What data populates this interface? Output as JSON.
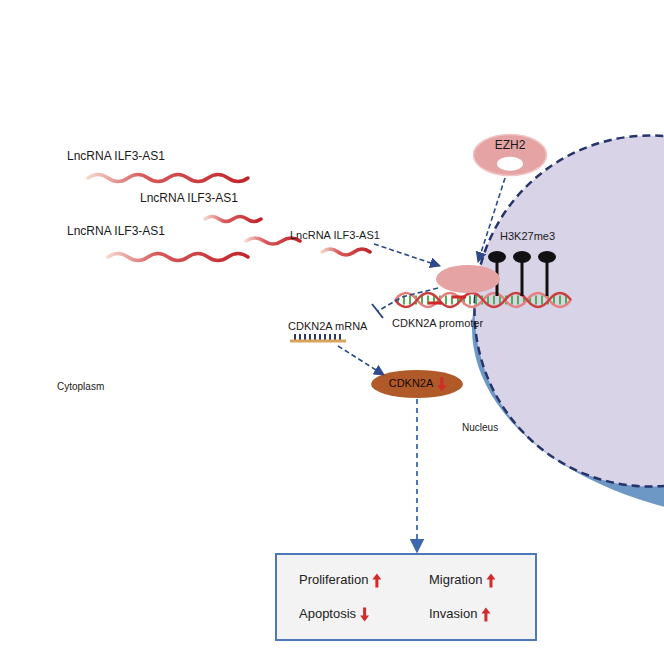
{
  "diagram": {
    "nodes": [
      {
        "text": [
          "Cytoplasm"
        ]
      },
      {
        "text": [
          "Nucleus"
        ],
        "in": 0
      },
      {
        "text": [
          "EZH2"
        ],
        "in": 1
      },
      {
        "text": [
          "CDKN2A"
        ],
        "in": 1
      },
      {
        "text": [
          "Proliferation",
          "Migration",
          "Apoptosis",
          "Invasion"
        ]
      }
    ],
    "edges": [
      {
        "from": 3,
        "to": 4,
        "arrow": "to"
      }
    ],
    "labels": [
      "LncRNA ILF3-AS1",
      "LncRNA ILF3-AS1",
      "LncRNA ILF3-AS1",
      "LncRNA ILF3-AS1",
      "H3K27me3",
      "CDKN2A promoter",
      "CDKN2A mRNA"
    ]
  }
}
